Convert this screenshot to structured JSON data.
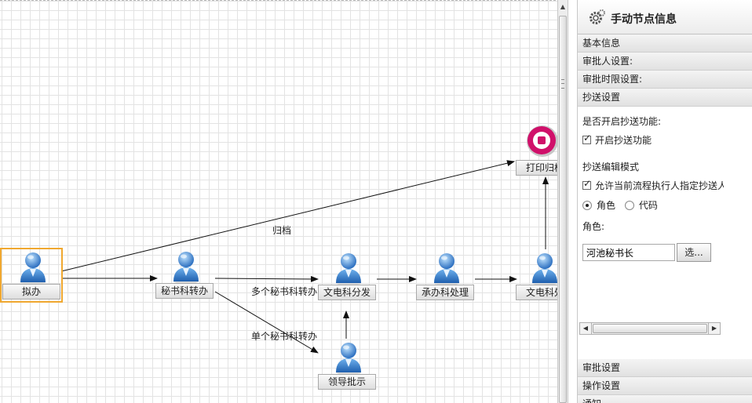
{
  "canvas": {
    "nodes": {
      "draft": "拟办",
      "secretary_transfer": "秘书科转办",
      "wendian_distribute": "文电科分发",
      "chengban_process": "承办科处理",
      "wendian_process": "文电科处",
      "leader_instruction": "领导批示",
      "print_archive": "打印归档"
    },
    "edge_labels": {
      "archive": "归档",
      "multi_secretary": "多个秘书科转办",
      "single_secretary": "单个秘书科转办"
    }
  },
  "panel": {
    "title": "手动节点信息",
    "sections": {
      "basic_info": "基本信息",
      "approver_settings": "审批人设置:",
      "time_limit_settings": "审批时限设置:",
      "cc_settings": "抄送设置",
      "approval_settings": "审批设置",
      "operation_settings": "操作设置",
      "notify": "通知"
    },
    "cc": {
      "enable_question": "是否开启抄送功能:",
      "enable_label": "开启抄送功能",
      "enable_checked": true,
      "edit_mode_label": "抄送编辑模式",
      "allow_label": "允许当前流程执行人指定抄送人",
      "allow_checked": true,
      "mode_role": "角色",
      "mode_code": "代码",
      "mode_selected": "角色",
      "role_label": "角色:",
      "role_value": "河池秘书长",
      "select_button": "选..."
    }
  },
  "icons": {
    "node": "user-icon",
    "end": "stop-icon",
    "header": "gear-icon"
  },
  "colors": {
    "selection": "#f0a830",
    "grid": "#e3e3e3",
    "end_node": "#d0106a"
  }
}
